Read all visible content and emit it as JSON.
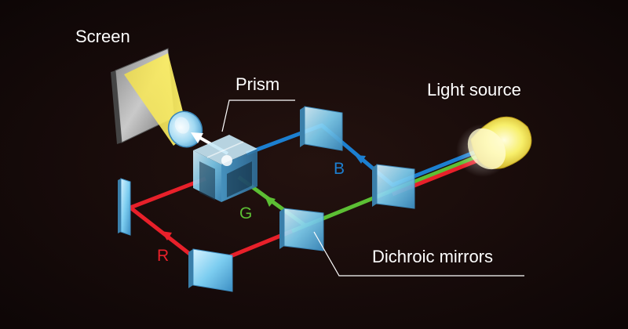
{
  "labels": {
    "screen": "Screen",
    "prism": "Prism",
    "light_source": "Light source",
    "dichroic_mirrors": "Dichroic mirrors",
    "beam_r": "R",
    "beam_g": "G",
    "beam_b": "B"
  },
  "colors": {
    "red_beam": "#e8202a",
    "green_beam": "#5cbf34",
    "blue_beam": "#1c7fd0",
    "white_beam": "#ffffff",
    "label_text": "#ffffff",
    "glass": "#8fd6f2",
    "lamp": "#f7ef6a"
  }
}
